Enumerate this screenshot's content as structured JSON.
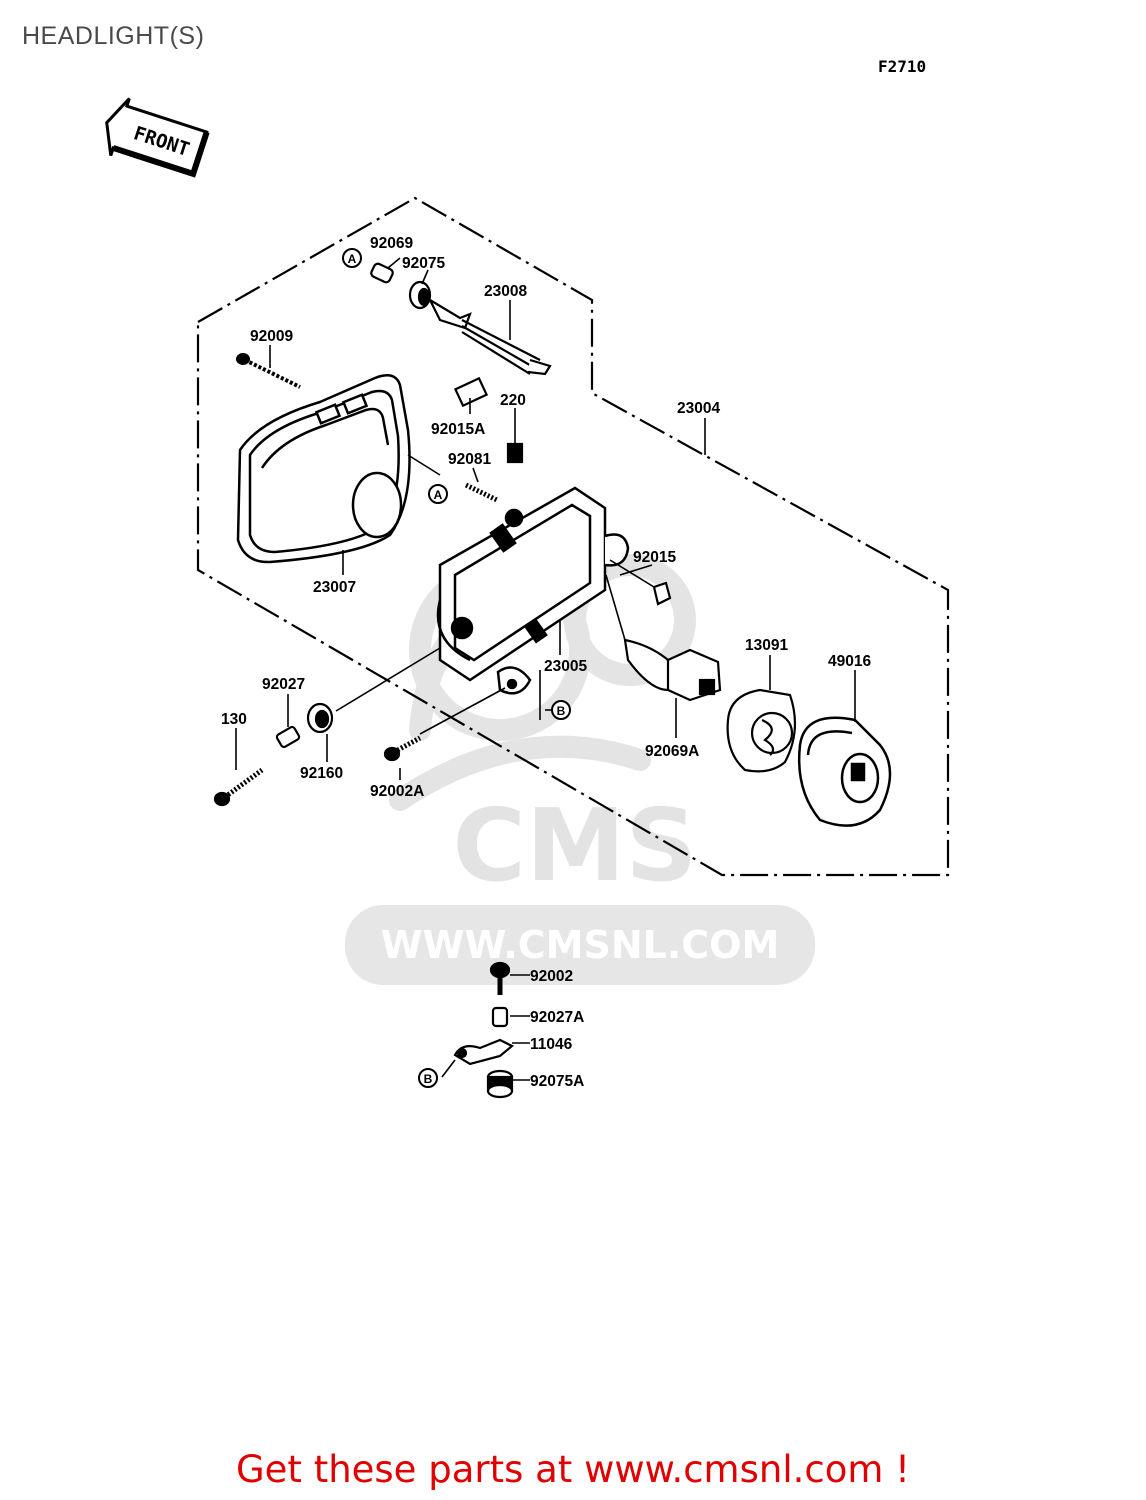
{
  "page": {
    "title": "HEADLIGHT(S)",
    "diagram_code": "F2710"
  },
  "front_arrow": {
    "text": "FRONT"
  },
  "callouts": {
    "a": "A",
    "b": "B"
  },
  "parts": {
    "p92069": "92069",
    "p92075": "92075",
    "p23008": "23008",
    "p92009": "92009",
    "p220": "220",
    "p92015A": "92015A",
    "p23004": "23004",
    "p92081": "92081",
    "p23007": "23007",
    "p92015": "92015",
    "p13091": "13091",
    "p49016": "49016",
    "p23005": "23005",
    "p92027": "92027",
    "p130": "130",
    "p92069A": "92069A",
    "p92160": "92160",
    "p92002A": "92002A",
    "p92002": "92002",
    "p92027A": "92027A",
    "p11046": "11046",
    "p92075A": "92075A"
  },
  "watermark": {
    "brand": "CMS",
    "url": "WWW.CMSNL.COM"
  },
  "footer": {
    "cta": "Get these parts at www.cmsnl.com !"
  },
  "colors": {
    "cta": "#e00000",
    "watermark": "#e3e3e3",
    "ink": "#000000"
  }
}
